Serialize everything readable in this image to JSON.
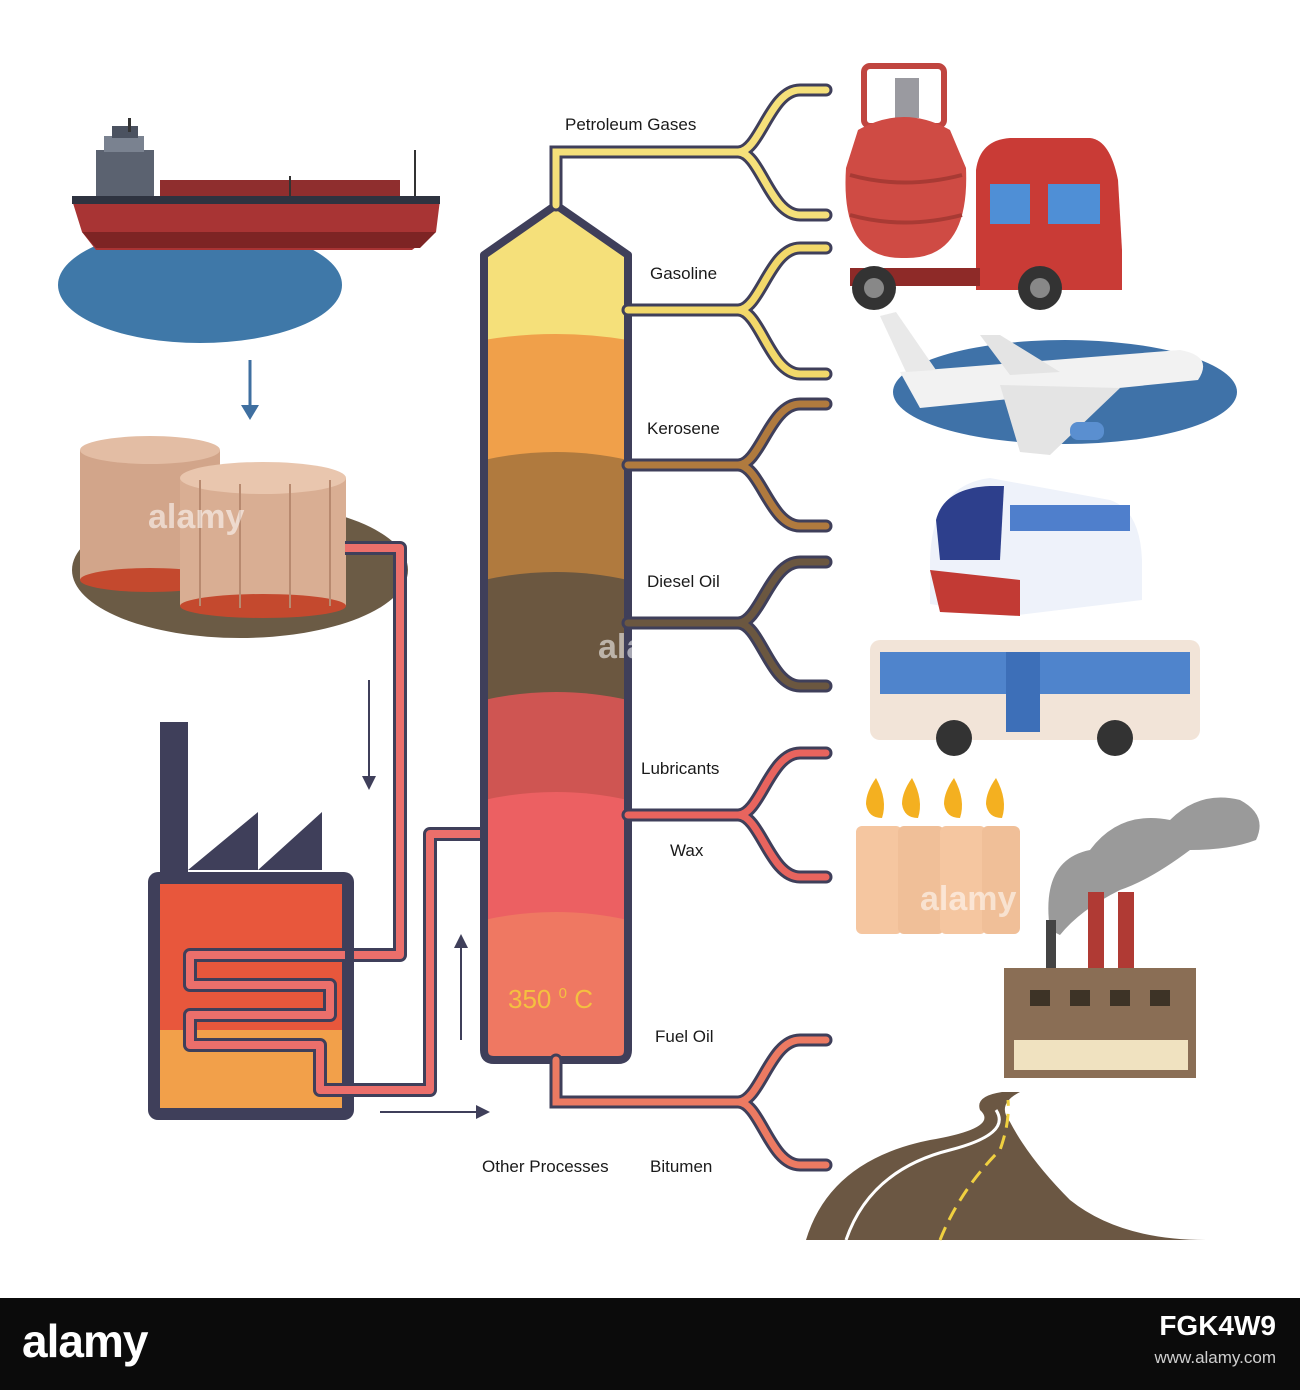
{
  "labels": {
    "petroleum_gases": "Petroleum Gases",
    "gasoline": "Gasoline",
    "kerosene": "Kerosene",
    "diesel_oil": "Diesel Oil",
    "lubricants": "Lubricants",
    "wax": "Wax",
    "fuel_oil": "Fuel Oil",
    "other_processes": "Other Processes",
    "bitumen": "Bitumen"
  },
  "temperature": {
    "value": "350",
    "sup": "0",
    "unit": "C"
  },
  "watermark": "alamy",
  "footer": {
    "brand": "alamy",
    "image_id": "FGK4W9",
    "url": "www.alamy.com"
  },
  "colors": {
    "gases": "#f5e07a",
    "gasoline": "#f2d86a",
    "kerosene": "#b07a3e",
    "diesel": "#6b5740",
    "lubricants": "#e8645e",
    "fuel_oil": "#ec7a62",
    "pipe_red": "#ec6f6b",
    "outline": "#3f3f5a"
  }
}
